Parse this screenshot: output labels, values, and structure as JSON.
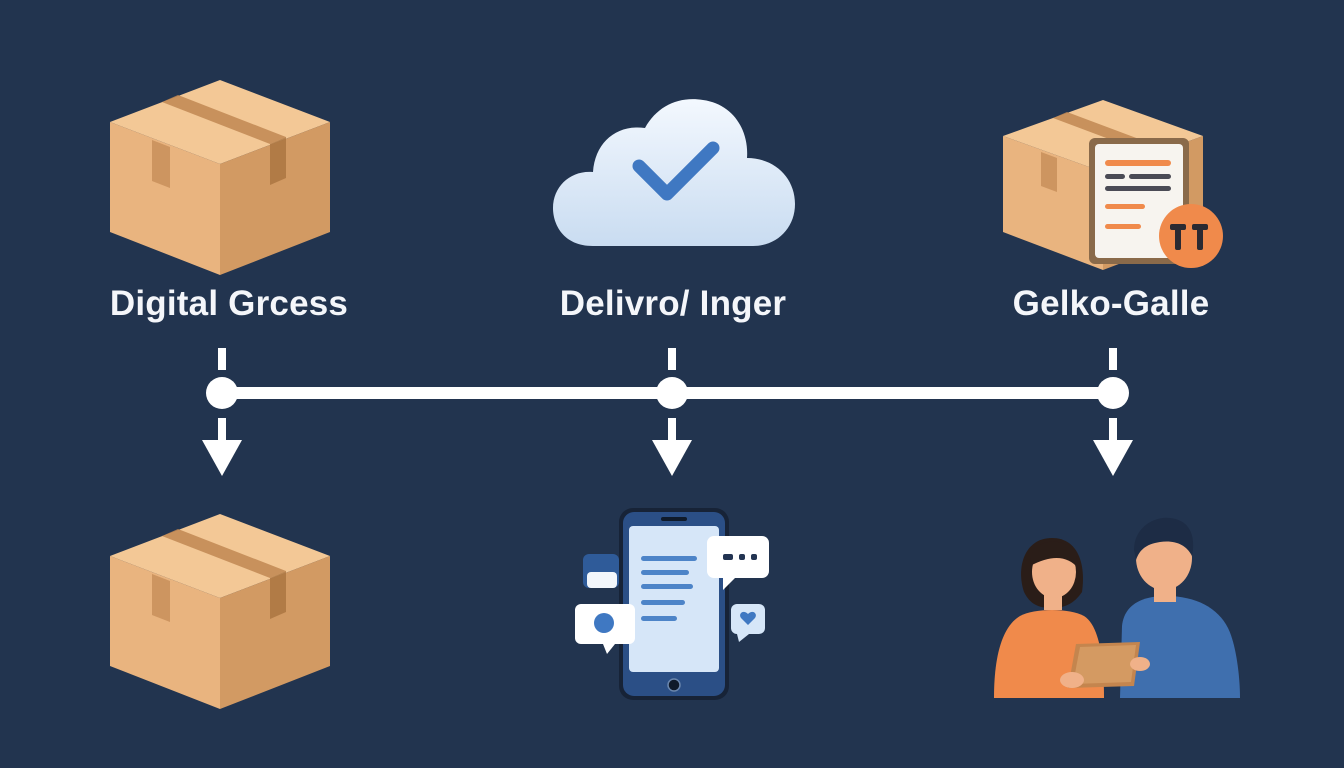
{
  "colors": {
    "background": "#22344f",
    "box_main": "#e9b47f",
    "box_side": "#d29a63",
    "box_top": "#f3c896",
    "tape": "#c08752",
    "cloud": "#e8f1fb",
    "check": "#3f78c2",
    "phone": "#172337",
    "phone_screen": "#d6e6f8",
    "accent_orange": "#f08a4b",
    "shirt_blue": "#3f6fae",
    "connector": "#ffffff"
  },
  "stages": [
    {
      "label": "Digital Grcess",
      "top_icon": "package-box-icon",
      "bottom_icon": "package-box-icon"
    },
    {
      "label": "Delivro/ Inger",
      "top_icon": "cloud-check-icon",
      "bottom_icon": "smartphone-chat-icon"
    },
    {
      "label": "Gelko-Galle",
      "top_icon": "package-document-icon",
      "bottom_icon": "people-tablet-icon"
    }
  ]
}
